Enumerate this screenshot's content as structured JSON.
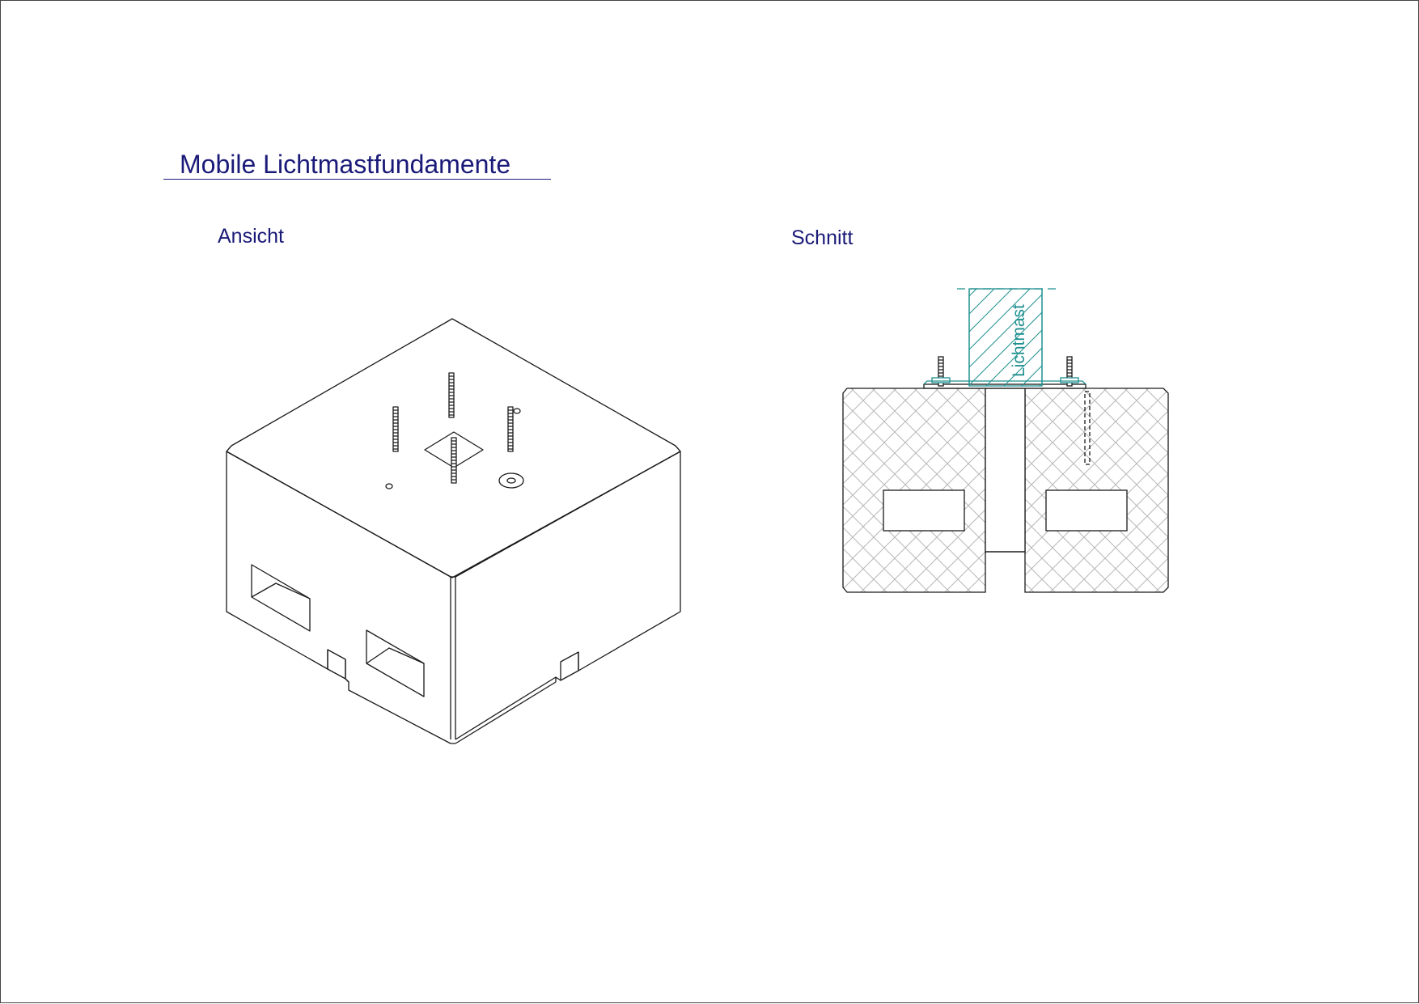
{
  "title": "Mobile Lichtmastfundamente",
  "views": {
    "view_label": "Ansicht",
    "section_label": "Schnitt",
    "mast_label": "Lichtmast"
  },
  "colors": {
    "text": "#1a1a78",
    "line": "#1a1a1a",
    "mast": "#1f8f8f",
    "hatch": "#b0b0b0"
  }
}
